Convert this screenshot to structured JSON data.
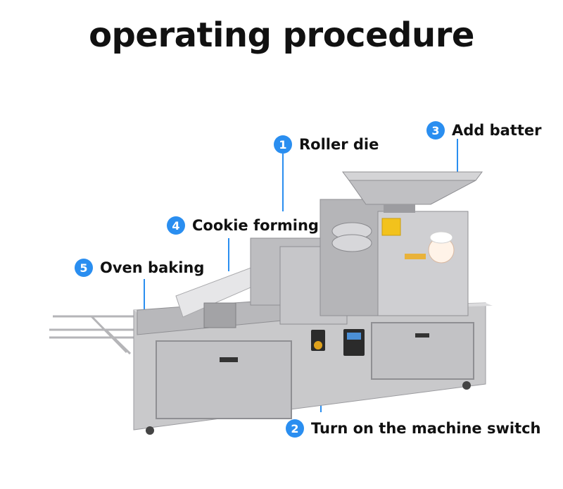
{
  "title": "operating procedure",
  "steps": [
    {
      "num": "1",
      "text": "Roller die"
    },
    {
      "num": "2",
      "text": "Turn on the machine switch"
    },
    {
      "num": "3",
      "text": "Add batter"
    },
    {
      "num": "4",
      "text": "Cookie forming"
    },
    {
      "num": "5",
      "text": "Oven baking"
    }
  ],
  "colors": {
    "accent": "#2a8ef0",
    "steel": "#c9c9cb",
    "steel_dark": "#9c9ca0"
  }
}
